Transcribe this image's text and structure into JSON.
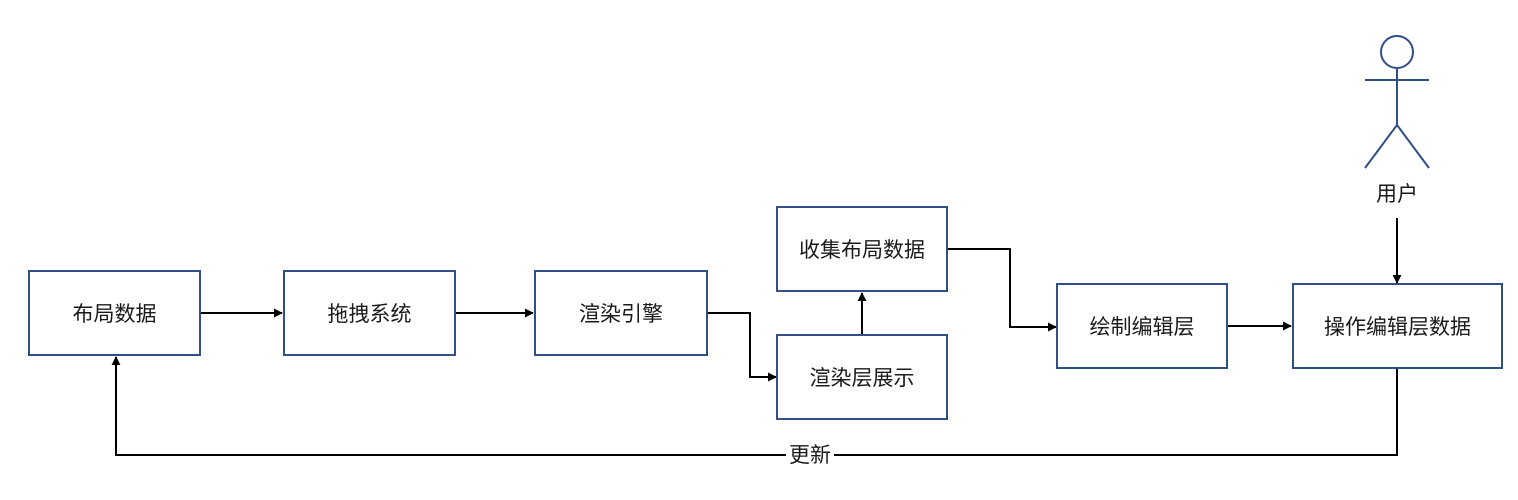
{
  "nodes": {
    "layout_data": "布局数据",
    "drag_system": "拖拽系统",
    "render_engine": "渲染引擎",
    "collect_layout_data": "收集布局数据",
    "render_layer_display": "渲染层展示",
    "draw_edit_layer": "绘制编辑层",
    "operate_edit_layer_data": "操作编辑层数据"
  },
  "actor": {
    "label": "用户"
  },
  "edges": {
    "update_label": "更新"
  },
  "colors": {
    "node_border": "#2f4f86",
    "actor_stroke": "#2f4f86",
    "edge": "#000000"
  }
}
